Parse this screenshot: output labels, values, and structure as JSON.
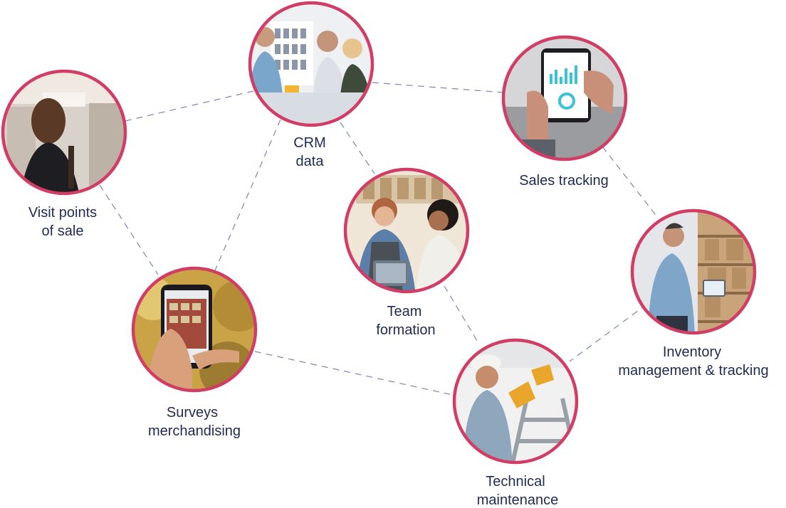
{
  "nodes": [
    {
      "id": "visit-points-of-sale",
      "label_lines": [
        "Visit points",
        "of sale"
      ],
      "photo": "woman-walking-in-store"
    },
    {
      "id": "crm-data",
      "label_lines": [
        "CRM",
        "data"
      ],
      "photo": "team-at-phone-store-counter"
    },
    {
      "id": "sales-tracking",
      "label_lines": [
        "Sales tracking"
      ],
      "photo": "hands-holding-phone-with-sales-dashboard"
    },
    {
      "id": "team-formation",
      "label_lines": [
        "Team",
        "formation"
      ],
      "photo": "two-women-with-tablet-in-shop"
    },
    {
      "id": "inventory-management",
      "label_lines": [
        "Inventory",
        "management & tracking"
      ],
      "photo": "man-with-tablet-in-warehouse"
    },
    {
      "id": "surveys-merchandising",
      "label_lines": [
        "Surveys",
        "merchandising"
      ],
      "photo": "hand-holding-phone-in-store-aisle"
    },
    {
      "id": "technical-maintenance",
      "label_lines": [
        "Technical",
        "maintenance"
      ],
      "photo": "worker-on-ladder-with-gloves"
    }
  ],
  "edges": [
    [
      "visit-points-of-sale",
      "crm-data"
    ],
    [
      "visit-points-of-sale",
      "surveys-merchandising"
    ],
    [
      "crm-data",
      "sales-tracking"
    ],
    [
      "crm-data",
      "team-formation"
    ],
    [
      "crm-data",
      "surveys-merchandising"
    ],
    [
      "surveys-merchandising",
      "technical-maintenance"
    ],
    [
      "team-formation",
      "technical-maintenance"
    ],
    [
      "sales-tracking",
      "inventory-management"
    ],
    [
      "inventory-management",
      "technical-maintenance"
    ]
  ],
  "colors": {
    "ring": "#d23d66",
    "edge": "#7b84b0",
    "label": "#1f2a55"
  }
}
